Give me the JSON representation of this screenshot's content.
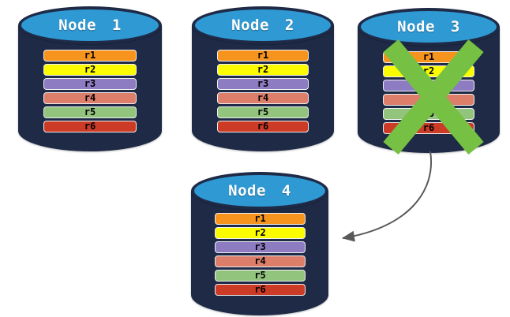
{
  "theme": {
    "background": "#ffffff",
    "cylinder-body": "#1e2a46",
    "cylinder-top": "#2f99d4",
    "node-label-color": "#ffffff",
    "bar-label-color": "#000000",
    "bar-border-color": "#f0f0f0",
    "arrow-color": "#595959",
    "cross-color": "#76c043"
  },
  "replica_colors": [
    "#f7941e",
    "#fcfc00",
    "#8e7cc3",
    "#dd7e6b",
    "#93c47d",
    "#cc3b25"
  ],
  "nodes": [
    {
      "label": "Node 1",
      "failed": false,
      "replicas": [
        "r1",
        "r2",
        "r3",
        "r4",
        "r5",
        "r6"
      ]
    },
    {
      "label": "Node 2",
      "failed": false,
      "replicas": [
        "r1",
        "r2",
        "r3",
        "r4",
        "r5",
        "r6"
      ]
    },
    {
      "label": "Node 3",
      "failed": true,
      "replicas": [
        "r1",
        "r2",
        "r3",
        "r4",
        "r5",
        "r6"
      ]
    },
    {
      "label": "Node 4",
      "failed": false,
      "replicas": [
        "r1",
        "r2",
        "r3",
        "r4",
        "r5",
        "r6"
      ]
    }
  ]
}
